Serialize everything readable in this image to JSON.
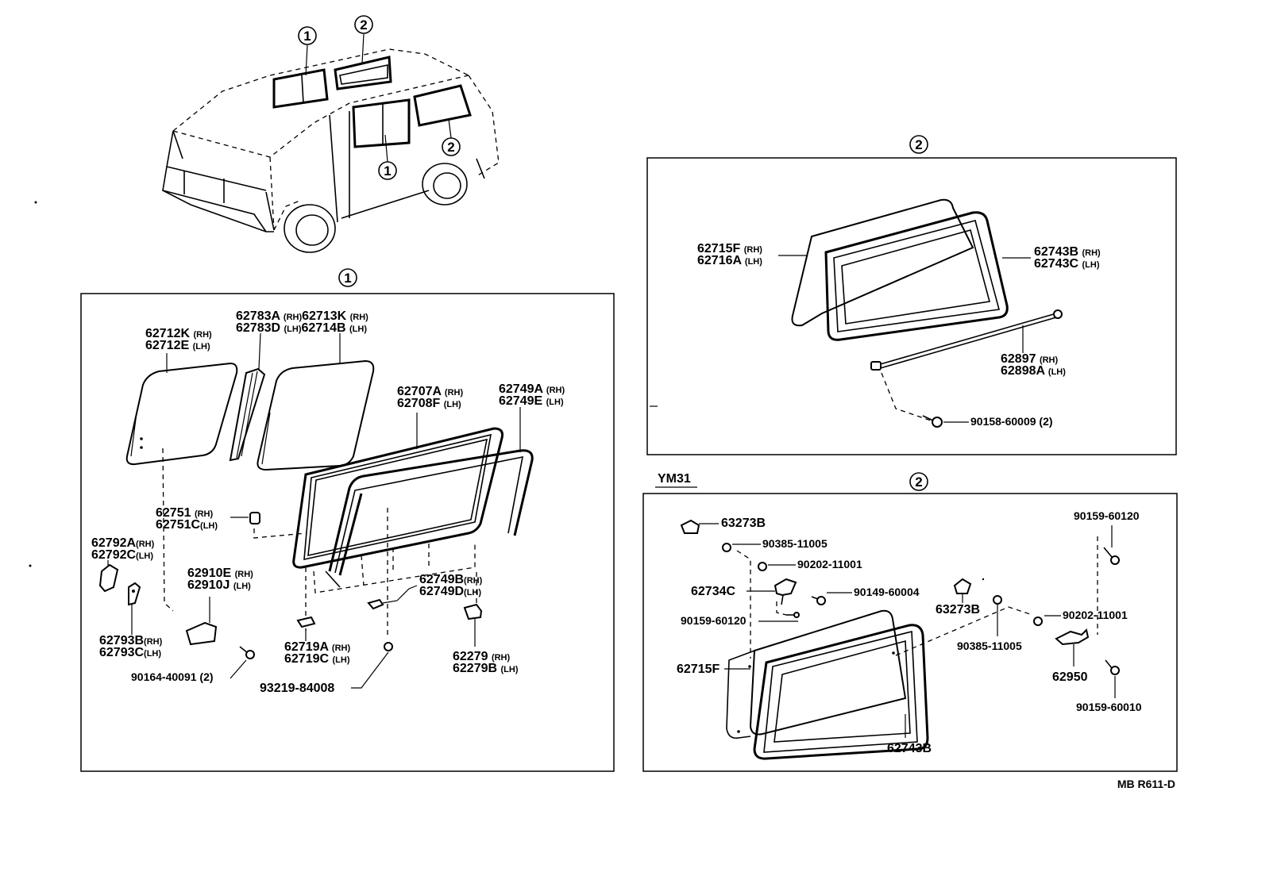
{
  "callouts": {
    "one": "1",
    "two": "2"
  },
  "sections": {
    "section1_header": "1",
    "section2_header": "2",
    "section3_header": "2",
    "variant_label": "YM31"
  },
  "parts1": {
    "p62712": {
      "a": "62712K",
      "a_side": "(RH)",
      "b": "62712E",
      "b_side": "(LH)"
    },
    "p62783": {
      "a": "62783A",
      "a_side": "(RH)",
      "b": "62783D",
      "b_side": "(LH)"
    },
    "p62713": {
      "a": "62713K",
      "a_side": "(RH)",
      "b": "62714B",
      "b_side": "(LH)"
    },
    "p62707": {
      "a": "62707A",
      "a_side": "(RH)",
      "b": "62708F",
      "b_side": "(LH)"
    },
    "p62749": {
      "a": "62749A",
      "a_side": "(RH)",
      "b": "62749E",
      "b_side": "(LH)"
    },
    "p62751": {
      "a": "62751",
      "a_side": "(RH)",
      "b": "62751C",
      "b_side": "(LH)"
    },
    "p62792": {
      "a": "62792A",
      "a_side": "(RH)",
      "b": "62792C",
      "b_side": "(LH)"
    },
    "p62910": {
      "a": "62910E",
      "a_side": "(RH)",
      "b": "62910J",
      "b_side": "(LH)"
    },
    "p62749b": {
      "a": "62749B",
      "a_side": "(RH)",
      "b": "62749D",
      "b_side": "(LH)"
    },
    "p62793": {
      "a": "62793B",
      "a_side": "(RH)",
      "b": "62793C",
      "b_side": "(LH)"
    },
    "p62719": {
      "a": "62719A",
      "a_side": "(RH)",
      "b": "62719C",
      "b_side": "(LH)"
    },
    "p62279": {
      "a": "62279",
      "a_side": "(RH)",
      "b": "62279B",
      "b_side": "(LH)"
    },
    "p90164": "90164-40091 (2)",
    "p93219": "93219-84008"
  },
  "parts2": {
    "p62715": {
      "a": "62715F",
      "a_side": "(RH)",
      "b": "62716A",
      "b_side": "(LH)"
    },
    "p62743": {
      "a": "62743B",
      "a_side": "(RH)",
      "b": "62743C",
      "b_side": "(LH)"
    },
    "p62897": {
      "a": "62897",
      "a_side": "(RH)",
      "b": "62898A",
      "b_side": "(LH)"
    },
    "p90158": "90158-60009 (2)"
  },
  "parts3": {
    "p63273b_top": "63273B",
    "p90385_top": "90385-11005",
    "p90202_top": "90202-11001",
    "p62734c": "62734C",
    "p90149": "90149-60004",
    "p90159_left": "90159-60120",
    "p62715f": "62715F",
    "p63273b_mid": "63273B",
    "p90385_mid": "90385-11005",
    "p90202_right": "90202-11001",
    "p90159_topright": "90159-60120",
    "p62950": "62950",
    "p90159_bottom": "90159-60010",
    "p62743b": "62743B"
  },
  "footer": {
    "code": "MB R611-D"
  }
}
